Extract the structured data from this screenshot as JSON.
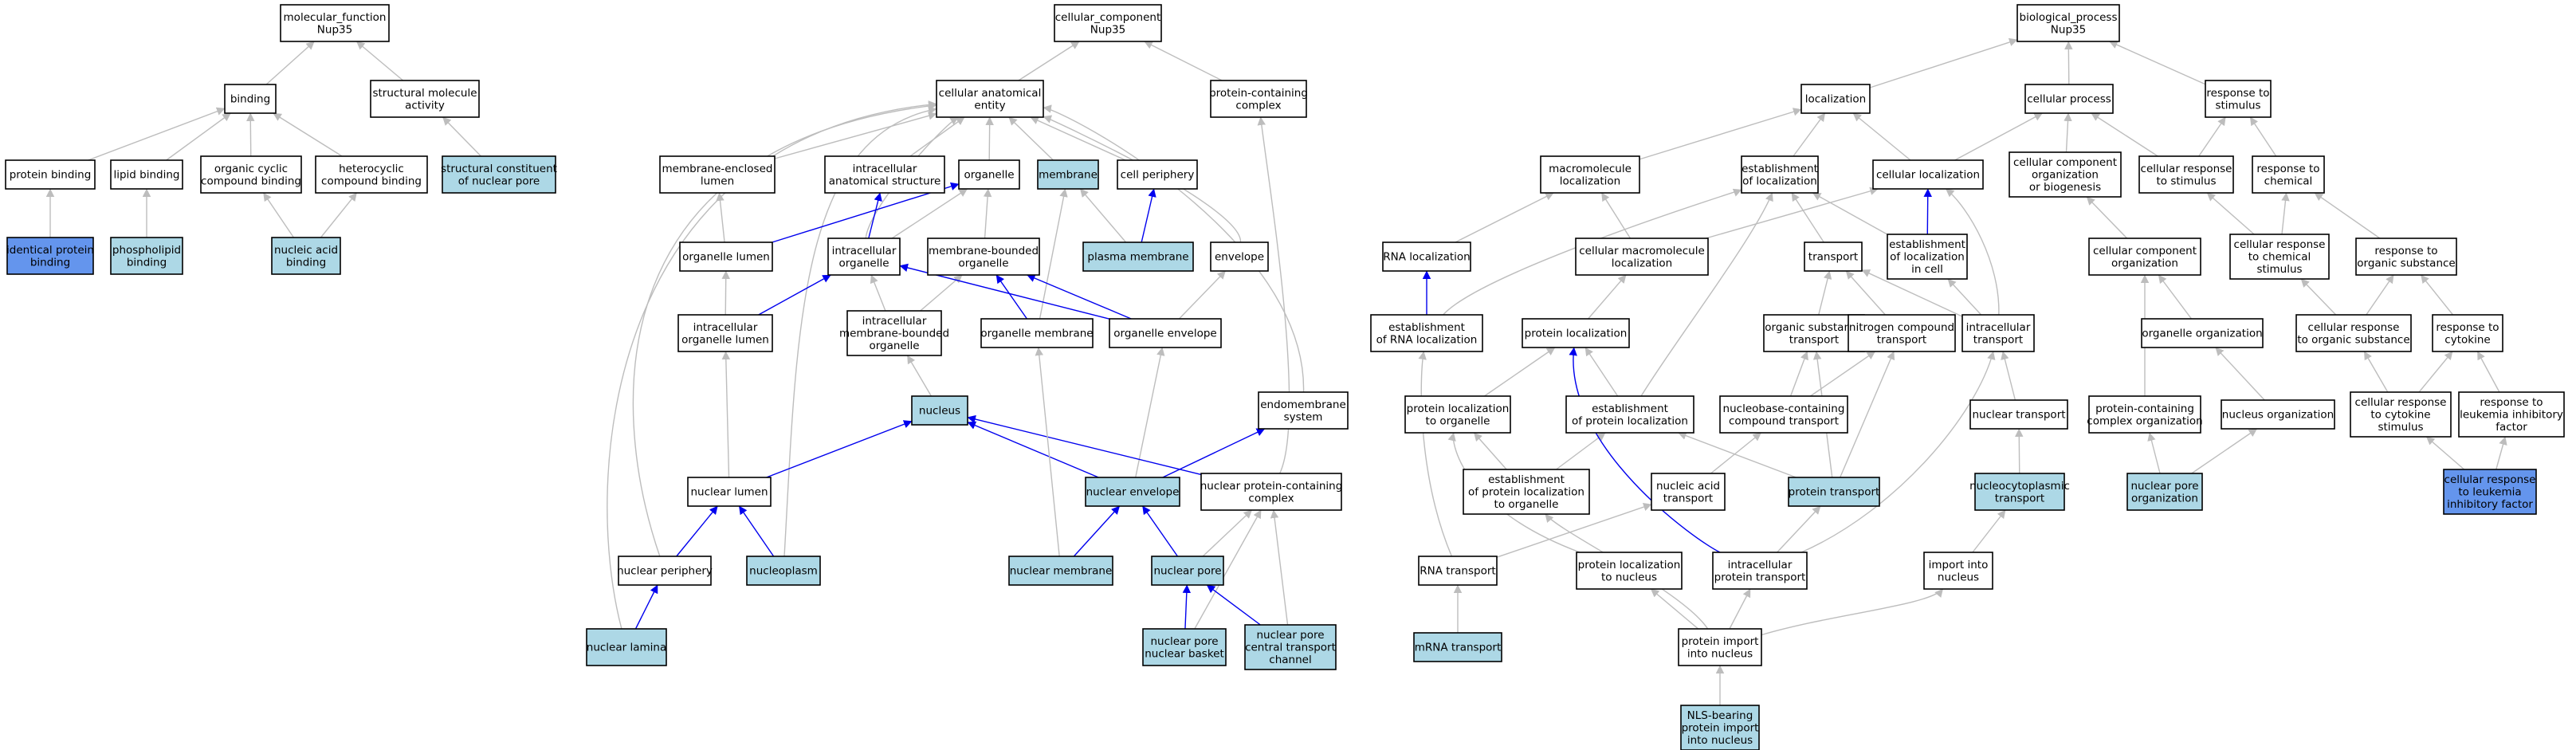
{
  "colors": {
    "plain": "#ffffff",
    "annotated": "#add8e6",
    "direct": "#6495ed",
    "edge_gray": "#bdbdbd",
    "edge_blue": "#0000ee"
  },
  "nodes": [
    {
      "id": "mf",
      "lines": [
        "molecular_function",
        "Nup35"
      ],
      "fill": "plain"
    },
    {
      "id": "binding",
      "lines": [
        "binding"
      ],
      "fill": "plain"
    },
    {
      "id": "smact",
      "lines": [
        "structural molecule",
        "activity"
      ],
      "fill": "plain"
    },
    {
      "id": "protbind",
      "lines": [
        "protein binding"
      ],
      "fill": "plain"
    },
    {
      "id": "lipidbind",
      "lines": [
        "lipid binding"
      ],
      "fill": "plain"
    },
    {
      "id": "orgcyc",
      "lines": [
        "organic cyclic",
        "compound binding"
      ],
      "fill": "plain"
    },
    {
      "id": "hetcyc",
      "lines": [
        "heterocyclic",
        "compound binding"
      ],
      "fill": "plain"
    },
    {
      "id": "scnp",
      "lines": [
        "structural constituent",
        "of nuclear pore"
      ],
      "fill": "annotated"
    },
    {
      "id": "identprot",
      "lines": [
        "identical protein",
        "binding"
      ],
      "fill": "direct"
    },
    {
      "id": "phospho",
      "lines": [
        "phospholipid",
        "binding"
      ],
      "fill": "annotated"
    },
    {
      "id": "nabind",
      "lines": [
        "nucleic acid",
        "binding"
      ],
      "fill": "annotated"
    },
    {
      "id": "cc",
      "lines": [
        "cellular_component",
        "Nup35"
      ],
      "fill": "plain"
    },
    {
      "id": "cae",
      "lines": [
        "cellular anatomical",
        "entity"
      ],
      "fill": "plain"
    },
    {
      "id": "pcc",
      "lines": [
        "protein-containing",
        "complex"
      ],
      "fill": "plain"
    },
    {
      "id": "mel",
      "lines": [
        "membrane-enclosed",
        "lumen"
      ],
      "fill": "plain"
    },
    {
      "id": "ias",
      "lines": [
        "intracellular",
        "anatomical structure"
      ],
      "fill": "plain"
    },
    {
      "id": "organelle",
      "lines": [
        "organelle"
      ],
      "fill": "plain"
    },
    {
      "id": "membrane",
      "lines": [
        "membrane"
      ],
      "fill": "annotated"
    },
    {
      "id": "cellper",
      "lines": [
        "cell periphery"
      ],
      "fill": "plain"
    },
    {
      "id": "orglumen",
      "lines": [
        "organelle lumen"
      ],
      "fill": "plain"
    },
    {
      "id": "intorg",
      "lines": [
        "intracellular",
        "organelle"
      ],
      "fill": "plain"
    },
    {
      "id": "mbo",
      "lines": [
        "membrane-bounded",
        "organelle"
      ],
      "fill": "plain"
    },
    {
      "id": "plasmem",
      "lines": [
        "plasma membrane"
      ],
      "fill": "annotated"
    },
    {
      "id": "envelope",
      "lines": [
        "envelope"
      ],
      "fill": "plain"
    },
    {
      "id": "iol",
      "lines": [
        "intracellular",
        "organelle lumen"
      ],
      "fill": "plain"
    },
    {
      "id": "imbo",
      "lines": [
        "intracellular",
        "membrane-bounded",
        "organelle"
      ],
      "fill": "plain"
    },
    {
      "id": "orgmem",
      "lines": [
        "organelle membrane"
      ],
      "fill": "plain"
    },
    {
      "id": "orgenv",
      "lines": [
        "organelle envelope"
      ],
      "fill": "plain"
    },
    {
      "id": "nucleus",
      "lines": [
        "nucleus"
      ],
      "fill": "annotated"
    },
    {
      "id": "endomem",
      "lines": [
        "endomembrane",
        "system"
      ],
      "fill": "plain"
    },
    {
      "id": "nuclumen",
      "lines": [
        "nuclear lumen"
      ],
      "fill": "plain"
    },
    {
      "id": "nucenv",
      "lines": [
        "nuclear envelope"
      ],
      "fill": "annotated"
    },
    {
      "id": "npcc",
      "lines": [
        "nuclear protein-containing",
        "complex"
      ],
      "fill": "plain"
    },
    {
      "id": "nucper",
      "lines": [
        "nuclear periphery"
      ],
      "fill": "plain"
    },
    {
      "id": "nucleoplasm",
      "lines": [
        "nucleoplasm"
      ],
      "fill": "annotated"
    },
    {
      "id": "nucmem",
      "lines": [
        "nuclear membrane"
      ],
      "fill": "annotated"
    },
    {
      "id": "nucpore",
      "lines": [
        "nuclear pore"
      ],
      "fill": "annotated"
    },
    {
      "id": "nuclamina",
      "lines": [
        "nuclear lamina"
      ],
      "fill": "annotated"
    },
    {
      "id": "npnb",
      "lines": [
        "nuclear pore",
        "nuclear basket"
      ],
      "fill": "annotated"
    },
    {
      "id": "npctc",
      "lines": [
        "nuclear pore",
        "central transport",
        "channel"
      ],
      "fill": "annotated"
    },
    {
      "id": "bp",
      "lines": [
        "biological_process",
        "Nup35"
      ],
      "fill": "plain"
    },
    {
      "id": "localization",
      "lines": [
        "localization"
      ],
      "fill": "plain"
    },
    {
      "id": "cellproc",
      "lines": [
        "cellular process"
      ],
      "fill": "plain"
    },
    {
      "id": "rts",
      "lines": [
        "response to",
        "stimulus"
      ],
      "fill": "plain"
    },
    {
      "id": "macroloc",
      "lines": [
        "macromolecule",
        "localization"
      ],
      "fill": "plain"
    },
    {
      "id": "estloc",
      "lines": [
        "establishment",
        "of localization"
      ],
      "fill": "plain"
    },
    {
      "id": "cellloc",
      "lines": [
        "cellular localization"
      ],
      "fill": "plain"
    },
    {
      "id": "ccob",
      "lines": [
        "cellular component",
        "organization",
        "or biogenesis"
      ],
      "fill": "plain"
    },
    {
      "id": "crts",
      "lines": [
        "cellular response",
        "to stimulus"
      ],
      "fill": "plain"
    },
    {
      "id": "rtchem",
      "lines": [
        "response to",
        "chemical"
      ],
      "fill": "plain"
    },
    {
      "id": "rnaloc",
      "lines": [
        "RNA localization"
      ],
      "fill": "plain"
    },
    {
      "id": "cmloc",
      "lines": [
        "cellular macromolecule",
        "localization"
      ],
      "fill": "plain"
    },
    {
      "id": "transport",
      "lines": [
        "transport"
      ],
      "fill": "plain"
    },
    {
      "id": "elic",
      "lines": [
        "establishment",
        "of localization",
        "in cell"
      ],
      "fill": "plain"
    },
    {
      "id": "cco",
      "lines": [
        "cellular component",
        "organization"
      ],
      "fill": "plain"
    },
    {
      "id": "crcs",
      "lines": [
        "cellular response",
        "to chemical",
        "stimulus"
      ],
      "fill": "plain"
    },
    {
      "id": "rtos",
      "lines": [
        "response to",
        "organic substance"
      ],
      "fill": "plain"
    },
    {
      "id": "ernaloc",
      "lines": [
        "establishment",
        "of RNA localization"
      ],
      "fill": "plain"
    },
    {
      "id": "protloc",
      "lines": [
        "protein localization"
      ],
      "fill": "plain"
    },
    {
      "id": "ostrans",
      "lines": [
        "organic substance",
        "transport"
      ],
      "fill": "plain"
    },
    {
      "id": "nctrans",
      "lines": [
        "nitrogen compound",
        "transport"
      ],
      "fill": "plain"
    },
    {
      "id": "ictrans",
      "lines": [
        "intracellular",
        "transport"
      ],
      "fill": "plain"
    },
    {
      "id": "orgorg",
      "lines": [
        "organelle organization"
      ],
      "fill": "plain"
    },
    {
      "id": "crtos",
      "lines": [
        "cellular response",
        "to organic substance"
      ],
      "fill": "plain"
    },
    {
      "id": "rtcyto",
      "lines": [
        "response to",
        "cytokine"
      ],
      "fill": "plain"
    },
    {
      "id": "pltoorg",
      "lines": [
        "protein localization",
        "to organelle"
      ],
      "fill": "plain"
    },
    {
      "id": "eprotloc",
      "lines": [
        "establishment",
        "of protein localization"
      ],
      "fill": "plain"
    },
    {
      "id": "nbcct",
      "lines": [
        "nucleobase-containing",
        "compound transport"
      ],
      "fill": "plain"
    },
    {
      "id": "nuctrans",
      "lines": [
        "nuclear transport"
      ],
      "fill": "plain"
    },
    {
      "id": "pcco",
      "lines": [
        "protein-containing",
        "complex organization"
      ],
      "fill": "plain"
    },
    {
      "id": "nucorg",
      "lines": [
        "nucleus organization"
      ],
      "fill": "plain"
    },
    {
      "id": "crtcs",
      "lines": [
        "cellular response",
        "to cytokine",
        "stimulus"
      ],
      "fill": "plain"
    },
    {
      "id": "rtlif",
      "lines": [
        "response to",
        "leukemia inhibitory",
        "factor"
      ],
      "fill": "plain"
    },
    {
      "id": "epltoorg",
      "lines": [
        "establishment",
        "of protein localization",
        "to organelle"
      ],
      "fill": "plain"
    },
    {
      "id": "natrans",
      "lines": [
        "nucleic acid",
        "transport"
      ],
      "fill": "plain"
    },
    {
      "id": "prottrans",
      "lines": [
        "protein transport"
      ],
      "fill": "annotated"
    },
    {
      "id": "ncptrans",
      "lines": [
        "nucleocytoplasmic",
        "transport"
      ],
      "fill": "annotated"
    },
    {
      "id": "npo",
      "lines": [
        "nuclear pore",
        "organization"
      ],
      "fill": "annotated"
    },
    {
      "id": "crtlif",
      "lines": [
        "cellular response",
        "to leukemia",
        "inhibitory factor"
      ],
      "fill": "direct"
    },
    {
      "id": "rnatrans",
      "lines": [
        "RNA transport"
      ],
      "fill": "plain"
    },
    {
      "id": "pltonuc",
      "lines": [
        "protein localization",
        "to nucleus"
      ],
      "fill": "plain"
    },
    {
      "id": "icpt",
      "lines": [
        "intracellular",
        "protein transport"
      ],
      "fill": "plain"
    },
    {
      "id": "impnuc",
      "lines": [
        "import into",
        "nucleus"
      ],
      "fill": "plain"
    },
    {
      "id": "mrnatrans",
      "lines": [
        "mRNA transport"
      ],
      "fill": "annotated"
    },
    {
      "id": "pimpnuc",
      "lines": [
        "protein import",
        "into nucleus"
      ],
      "fill": "plain"
    },
    {
      "id": "nls",
      "lines": [
        "NLS-bearing",
        "protein import",
        "into nucleus"
      ],
      "fill": "annotated"
    }
  ],
  "edges": [
    [
      "binding",
      "mf",
      "gray"
    ],
    [
      "smact",
      "mf",
      "gray"
    ],
    [
      "protbind",
      "binding",
      "gray"
    ],
    [
      "lipidbind",
      "binding",
      "gray"
    ],
    [
      "orgcyc",
      "binding",
      "gray"
    ],
    [
      "hetcyc",
      "binding",
      "gray"
    ],
    [
      "scnp",
      "smact",
      "gray"
    ],
    [
      "identprot",
      "protbind",
      "gray"
    ],
    [
      "phospho",
      "lipidbind",
      "gray"
    ],
    [
      "nabind",
      "orgcyc",
      "gray"
    ],
    [
      "nabind",
      "hetcyc",
      "gray"
    ],
    [
      "cae",
      "cc",
      "gray"
    ],
    [
      "pcc",
      "cc",
      "gray"
    ],
    [
      "mel",
      "cae",
      "gray"
    ],
    [
      "ias",
      "cae",
      "gray"
    ],
    [
      "organelle",
      "cae",
      "gray"
    ],
    [
      "membrane",
      "cae",
      "gray"
    ],
    [
      "cellper",
      "cae",
      "gray"
    ],
    [
      "envelope",
      "cae",
      "gray"
    ],
    [
      "endomem",
      "cae",
      "gray"
    ],
    [
      "nucper",
      "cae",
      "gray"
    ],
    [
      "nucleoplasm",
      "cae",
      "gray"
    ],
    [
      "intorg",
      "cae",
      "gray"
    ],
    [
      "nuclamina",
      "cae",
      "gray"
    ],
    [
      "orglumen",
      "mel",
      "gray"
    ],
    [
      "orglumen",
      "organelle",
      "blue"
    ],
    [
      "intorg",
      "ias",
      "blue"
    ],
    [
      "intorg",
      "organelle",
      "gray"
    ],
    [
      "mbo",
      "organelle",
      "gray"
    ],
    [
      "plasmem",
      "membrane",
      "gray"
    ],
    [
      "plasmem",
      "cellper",
      "blue"
    ],
    [
      "iol",
      "orglumen",
      "gray"
    ],
    [
      "iol",
      "intorg",
      "blue"
    ],
    [
      "imbo",
      "intorg",
      "gray"
    ],
    [
      "imbo",
      "mbo",
      "gray"
    ],
    [
      "orgmem",
      "mbo",
      "blue"
    ],
    [
      "orgmem",
      "membrane",
      "gray"
    ],
    [
      "orgenv",
      "intorg",
      "blue"
    ],
    [
      "orgenv",
      "mbo",
      "blue"
    ],
    [
      "orgenv",
      "envelope",
      "gray"
    ],
    [
      "nucleus",
      "imbo",
      "gray"
    ],
    [
      "nuclumen",
      "iol",
      "gray"
    ],
    [
      "nuclumen",
      "nucleus",
      "blue"
    ],
    [
      "nucenv",
      "orgenv",
      "gray"
    ],
    [
      "nucenv",
      "endomem",
      "blue"
    ],
    [
      "nucenv",
      "nucleus",
      "blue"
    ],
    [
      "npcc",
      "pcc",
      "gray"
    ],
    [
      "npcc",
      "nucleus",
      "blue"
    ],
    [
      "nucper",
      "nuclumen",
      "blue"
    ],
    [
      "nucleoplasm",
      "nuclumen",
      "blue"
    ],
    [
      "nucmem",
      "orgmem",
      "gray"
    ],
    [
      "nucmem",
      "nucenv",
      "blue"
    ],
    [
      "nucpore",
      "nucenv",
      "blue"
    ],
    [
      "nucpore",
      "npcc",
      "gray"
    ],
    [
      "nuclamina",
      "nucper",
      "blue"
    ],
    [
      "npnb",
      "nucpore",
      "blue"
    ],
    [
      "npnb",
      "npcc",
      "gray"
    ],
    [
      "npctc",
      "nucpore",
      "blue"
    ],
    [
      "npctc",
      "npcc",
      "gray"
    ],
    [
      "localization",
      "bp",
      "gray"
    ],
    [
      "cellproc",
      "bp",
      "gray"
    ],
    [
      "rts",
      "bp",
      "gray"
    ],
    [
      "macroloc",
      "localization",
      "gray"
    ],
    [
      "estloc",
      "localization",
      "gray"
    ],
    [
      "cellloc",
      "localization",
      "gray"
    ],
    [
      "cellloc",
      "cellproc",
      "gray"
    ],
    [
      "ccob",
      "cellproc",
      "gray"
    ],
    [
      "crts",
      "cellproc",
      "gray"
    ],
    [
      "crts",
      "rts",
      "gray"
    ],
    [
      "rtchem",
      "rts",
      "gray"
    ],
    [
      "rnaloc",
      "macroloc",
      "gray"
    ],
    [
      "cmloc",
      "macroloc",
      "gray"
    ],
    [
      "cmloc",
      "cellloc",
      "gray"
    ],
    [
      "transport",
      "estloc",
      "gray"
    ],
    [
      "elic",
      "estloc",
      "gray"
    ],
    [
      "elic",
      "cellloc",
      "blue"
    ],
    [
      "cco",
      "ccob",
      "gray"
    ],
    [
      "crcs",
      "crts",
      "gray"
    ],
    [
      "crcs",
      "rtchem",
      "gray"
    ],
    [
      "rtos",
      "rtchem",
      "gray"
    ],
    [
      "ernaloc",
      "rnaloc",
      "blue"
    ],
    [
      "ernaloc",
      "estloc",
      "gray"
    ],
    [
      "protloc",
      "cmloc",
      "gray"
    ],
    [
      "ostrans",
      "transport",
      "gray"
    ],
    [
      "nctrans",
      "transport",
      "gray"
    ],
    [
      "ictrans",
      "transport",
      "gray"
    ],
    [
      "ictrans",
      "elic",
      "gray"
    ],
    [
      "ictrans",
      "cellloc",
      "gray"
    ],
    [
      "orgorg",
      "cco",
      "gray"
    ],
    [
      "crtos",
      "crcs",
      "gray"
    ],
    [
      "crtos",
      "rtos",
      "gray"
    ],
    [
      "rtcyto",
      "rtos",
      "gray"
    ],
    [
      "pltoorg",
      "protloc",
      "gray"
    ],
    [
      "eprotloc",
      "protloc",
      "gray"
    ],
    [
      "eprotloc",
      "estloc",
      "gray"
    ],
    [
      "nbcct",
      "ostrans",
      "gray"
    ],
    [
      "nbcct",
      "nctrans",
      "gray"
    ],
    [
      "nuctrans",
      "ictrans",
      "gray"
    ],
    [
      "pcco",
      "cco",
      "gray"
    ],
    [
      "nucorg",
      "orgorg",
      "gray"
    ],
    [
      "crtcs",
      "crtos",
      "gray"
    ],
    [
      "crtcs",
      "rtcyto",
      "gray"
    ],
    [
      "rtlif",
      "rtcyto",
      "gray"
    ],
    [
      "epltoorg",
      "pltoorg",
      "gray"
    ],
    [
      "epltoorg",
      "eprotloc",
      "gray"
    ],
    [
      "natrans",
      "nbcct",
      "gray"
    ],
    [
      "prottrans",
      "eprotloc",
      "gray"
    ],
    [
      "prottrans",
      "ostrans",
      "gray"
    ],
    [
      "prottrans",
      "nctrans",
      "gray"
    ],
    [
      "ncptrans",
      "nuctrans",
      "gray"
    ],
    [
      "npo",
      "pcco",
      "gray"
    ],
    [
      "npo",
      "nucorg",
      "gray"
    ],
    [
      "crtlif",
      "crtcs",
      "gray"
    ],
    [
      "crtlif",
      "rtlif",
      "gray"
    ],
    [
      "rnatrans",
      "ernaloc",
      "gray"
    ],
    [
      "rnatrans",
      "natrans",
      "gray"
    ],
    [
      "pltonuc",
      "pltoorg",
      "gray"
    ],
    [
      "icpt",
      "prottrans",
      "gray"
    ],
    [
      "icpt",
      "ictrans",
      "gray"
    ],
    [
      "icpt",
      "protloc",
      "blue"
    ],
    [
      "impnuc",
      "ncptrans",
      "gray"
    ],
    [
      "mrnatrans",
      "rnatrans",
      "gray"
    ],
    [
      "pimpnuc",
      "pltonuc",
      "gray"
    ],
    [
      "pimpnuc",
      "icpt",
      "gray"
    ],
    [
      "pimpnuc",
      "impnuc",
      "gray"
    ],
    [
      "pimpnuc",
      "epltoorg",
      "gray"
    ],
    [
      "nls",
      "pimpnuc",
      "gray"
    ]
  ]
}
